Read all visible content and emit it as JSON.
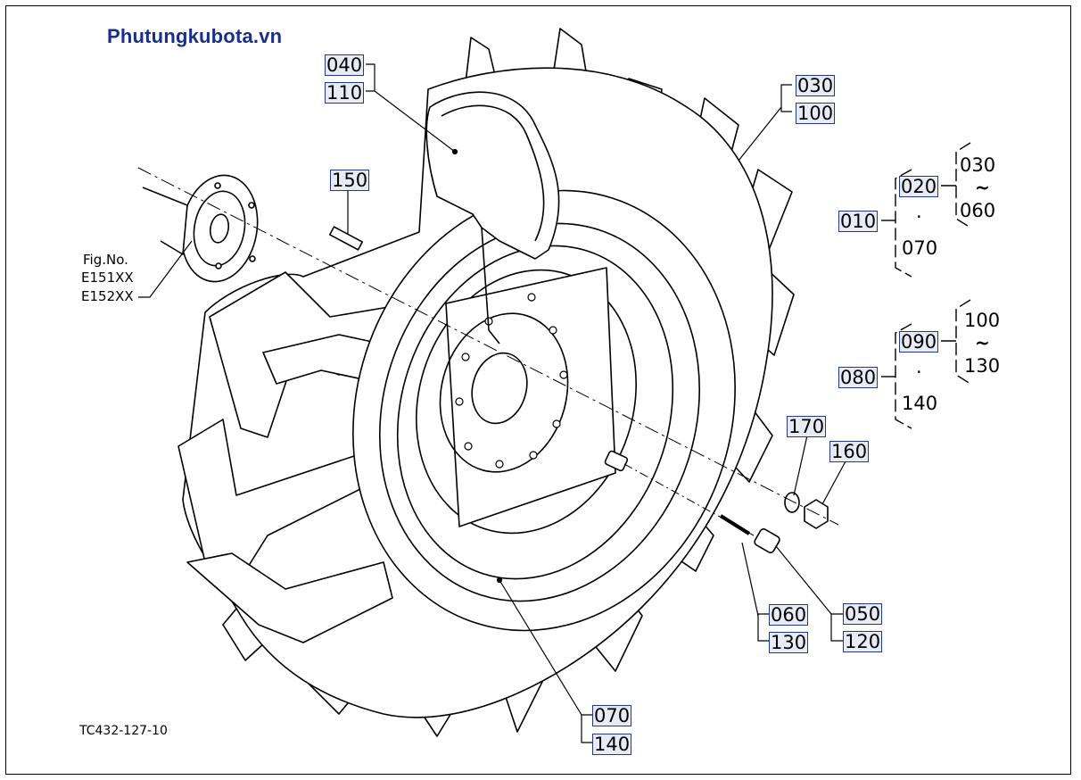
{
  "site": {
    "title": "Phutungkubota.vn"
  },
  "figure": {
    "fig_no": "Fig.No.",
    "fig_ref_1": "E151XX",
    "fig_ref_2": "E152XX",
    "drawing_code": "TC432-127-10"
  },
  "callouts": {
    "c040": "040",
    "c110": "110",
    "c030": "030",
    "c100": "100",
    "c150": "150",
    "c170": "170",
    "c160": "160",
    "c060": "060",
    "c130": "130",
    "c050": "050",
    "c120": "120",
    "c070": "070",
    "c140": "140"
  },
  "legend": {
    "g1_parent": "010",
    "g1_child": "020",
    "g1_range_start": "030",
    "g1_range_end": "060",
    "g1_other": "070",
    "g2_parent": "080",
    "g2_child": "090",
    "g2_range_start": "100",
    "g2_range_end": "130",
    "g2_other": "140",
    "tilde": "~",
    "dot": "·"
  },
  "colors": {
    "title": "#1a2f8a",
    "box_border": "#233a8c",
    "box_fill": "#e8eaf6",
    "line": "#000000"
  }
}
